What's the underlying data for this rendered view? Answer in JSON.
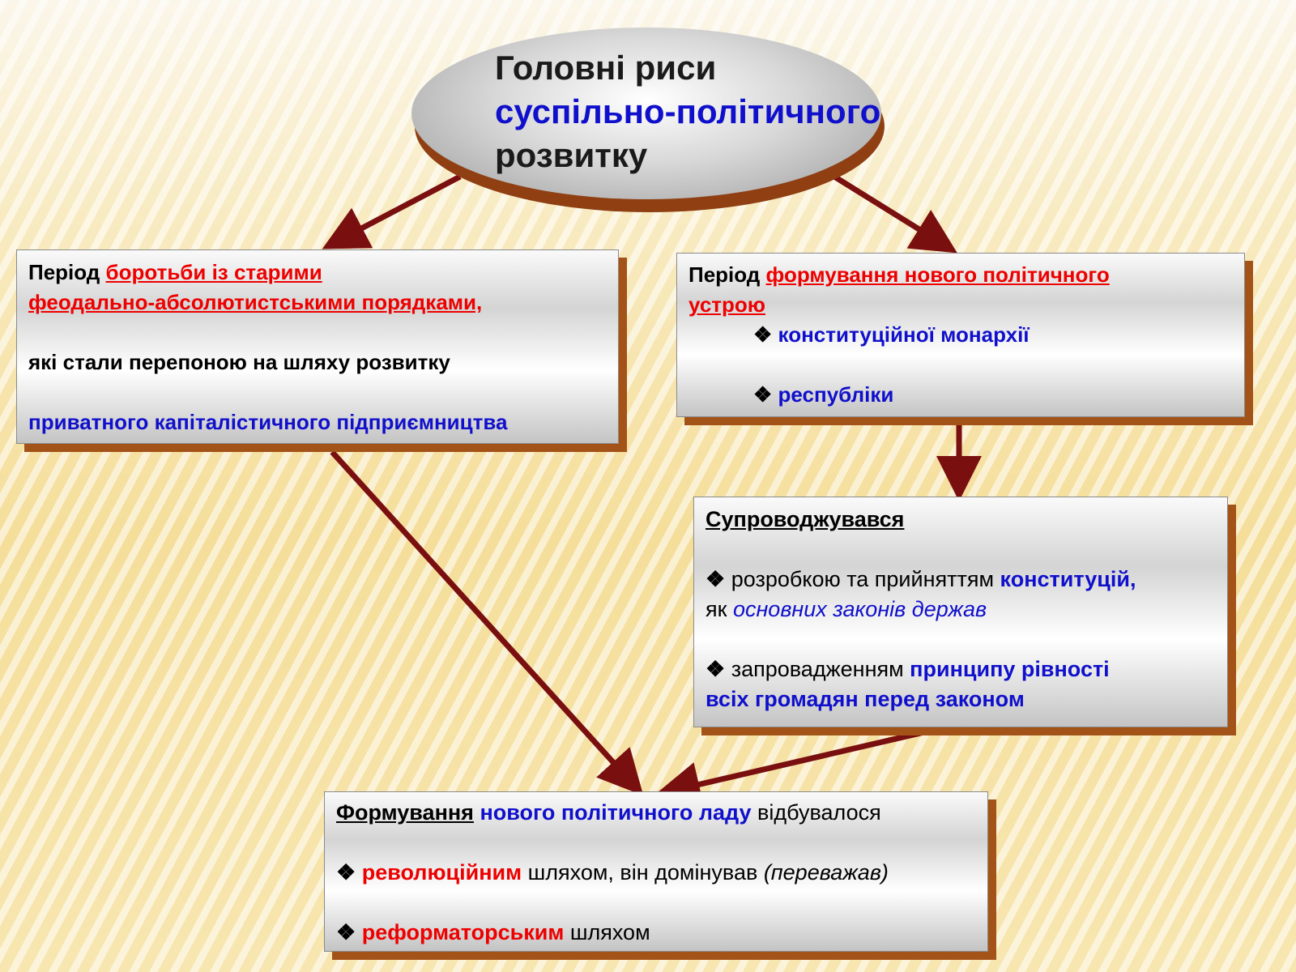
{
  "title": {
    "line1": "Головні риси",
    "line2": "суспільно-політичного",
    "line3": "розвитку"
  },
  "left_box": {
    "prefix": "Період ",
    "red_line1": "боротьби із старими ",
    "red_line2": "феодально-абсолютистськими порядками,",
    "line3": "які стали перепоною на шляху розвитку",
    "line4": "приватного капіталістичного підприємництва"
  },
  "right_box": {
    "prefix": "Період ",
    "red_line1": "формування нового політичного",
    "red_line2": "устрою",
    "bullet": "❖",
    "item1": "конституційної монархії",
    "item2": "республіки"
  },
  "middle_box": {
    "heading": "Супроводжувався",
    "bullet": "❖",
    "b1_normal": " розробкою та прийняттям ",
    "b1_blue": "конституцій,",
    "b1_line2_normal": "як ",
    "b1_line2_italic": "основних законів держав",
    "b2_normal": " запровадженням ",
    "b2_blue1": "принципу рівності",
    "b2_blue2": "всіх громадян перед законом"
  },
  "bottom_box": {
    "heading": "Формування",
    "heading_blue": " нового політичного ладу",
    "heading_rest": " відбувалося",
    "bullet": "❖",
    "b1_red": " революційним",
    "b1_normal": " шляхом, він домінував ",
    "b1_italic": "(переважав)",
    "b2_red": " реформаторським",
    "b2_normal": " шляхом"
  },
  "colors": {
    "arrow": "#7a0f10",
    "box_shadow": "#a35318",
    "red_text": "#ee0000",
    "blue_text": "#1010cc"
  }
}
